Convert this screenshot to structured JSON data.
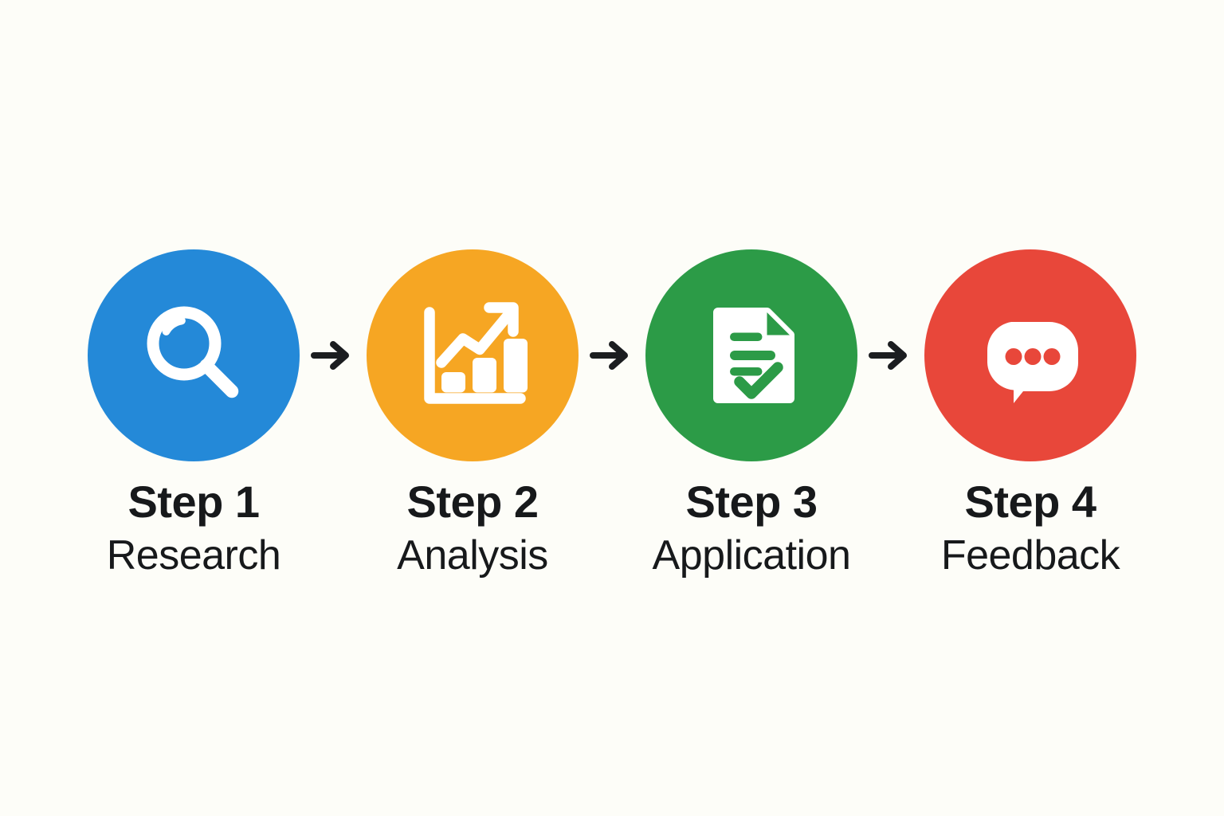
{
  "canvas": {
    "background_color": "#fdfdf8",
    "text_color": "#17191b"
  },
  "diagram": {
    "type": "horizontal-process-flow",
    "arrow_color": "#1b1d20",
    "arrow_icon_name": "arrow-right-icon",
    "steps": [
      {
        "title": "Step 1",
        "subtitle": "Research",
        "color": "#2489d8",
        "icon": "magnifier-icon",
        "icon_color": "#ffffff"
      },
      {
        "title": "Step 2",
        "subtitle": "Analysis",
        "color": "#f6a623",
        "icon": "bar-chart-growth-icon",
        "icon_color": "#ffffff"
      },
      {
        "title": "Step 3",
        "subtitle": "Application",
        "color": "#2c9b47",
        "icon": "document-check-icon",
        "icon_color": "#ffffff"
      },
      {
        "title": "Step 4",
        "subtitle": "Feedback",
        "color": "#e8473a",
        "icon": "chat-bubble-dots-icon",
        "icon_color": "#ffffff"
      }
    ]
  }
}
